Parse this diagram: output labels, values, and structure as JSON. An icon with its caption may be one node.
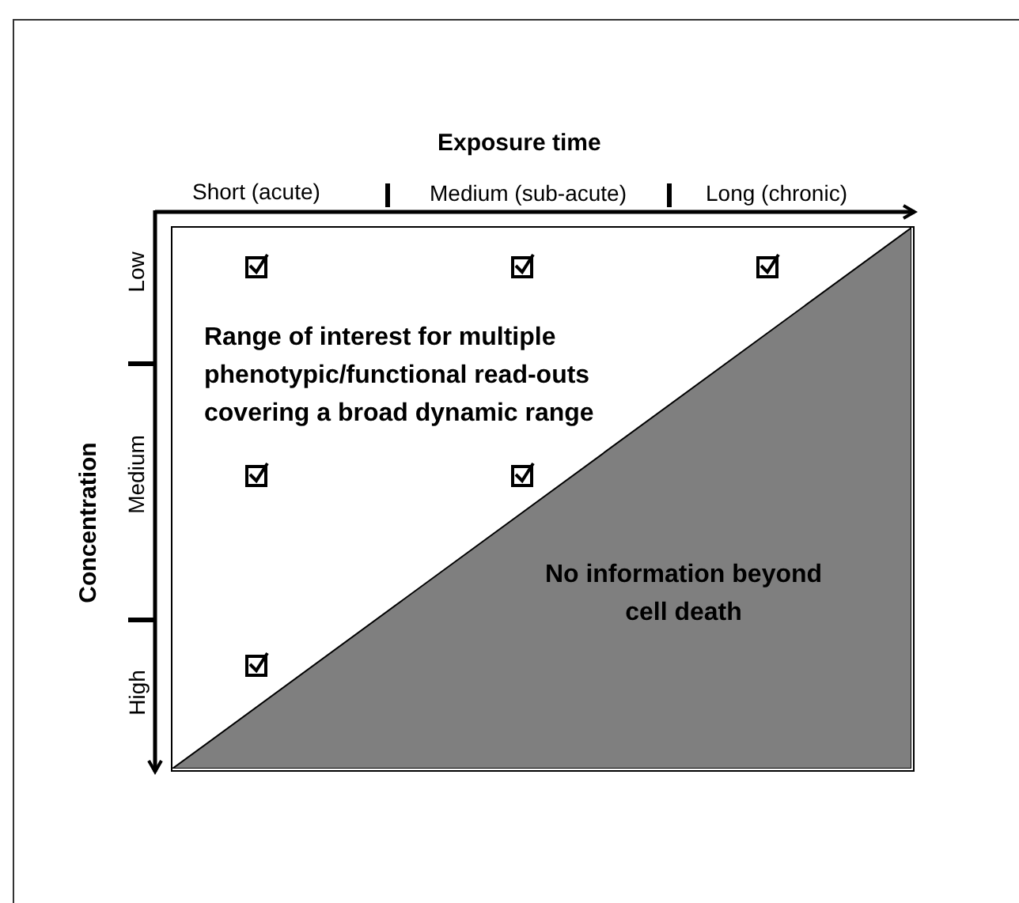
{
  "diagram": {
    "nodes": [
      {
        "text": [
          "Range of interest for multiple phenotypic/functional read-outs covering a broad dynamic range"
        ]
      },
      {
        "text": [
          "No information beyond cell death"
        ],
        "in": 0
      }
    ],
    "edges": [],
    "labels": [
      "Exposure time",
      "Short (acute)",
      "Medium (sub-acute)",
      "Long (chronic)",
      "Concentration",
      "Low",
      "Medium",
      "High"
    ]
  }
}
